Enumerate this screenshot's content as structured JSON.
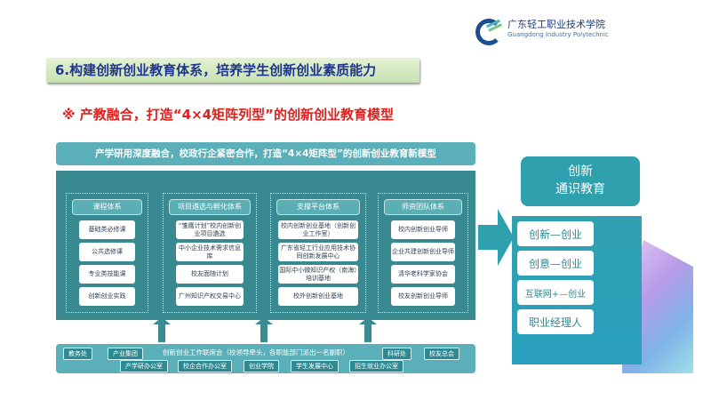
{
  "logo": {
    "name_cn": "广东轻工职业技术学院",
    "name_en": "Guangdong Industry Polytechnic"
  },
  "title": "6.构建创新创业教育体系，培养学生创新创业素质能力",
  "subtitle": "※ 产教融合，打造“4×4矩阵列型”的创新创业教育模型",
  "banner": "产学研用深度融合，校政行企紧密合作，打造“4×4矩阵型”的创新创业教育新模型",
  "columns": [
    {
      "header": "课程体系",
      "items": [
        "基础类必修课",
        "公共选修课",
        "专业类技能课",
        "创新创业实践"
      ]
    },
    {
      "header": "项目遴选与孵化体系",
      "items": [
        "“雏鹰计划”校内创新创业项目遴选",
        "中小企业技术需求信息库",
        "校友面随计划",
        "广州知识产权交易中心"
      ]
    },
    {
      "header": "支撑平台体系",
      "items": [
        "校内创新创业基地（创新创业工作室）",
        "广东省轻工行业应用技术协同创新发展中心",
        "国际中小微知识产权（南海）培训基地",
        "校外创新创业基地"
      ]
    },
    {
      "header": "师资团队体系",
      "items": [
        "校内创新创业导师",
        "企业共建创新创业导师",
        "清华老科学家协会",
        "校友创新创业导师"
      ]
    }
  ],
  "bottom": {
    "center": "创新创业工作联席会（校领导牵头，各职能部门派出一名副职）",
    "tags_row1": [
      "教务处",
      "产业集团",
      "科研处",
      "校友总会"
    ],
    "tags_row2": [
      "产学研办公室",
      "校企合作办公室",
      "创业学院",
      "学生发展中心",
      "招生就业办公室"
    ]
  },
  "right": {
    "header_line1": "创新",
    "header_line2": "通识教育",
    "items": [
      "创新—创业",
      "创意—创业",
      "互联网+—创业",
      "职业经理人"
    ]
  }
}
